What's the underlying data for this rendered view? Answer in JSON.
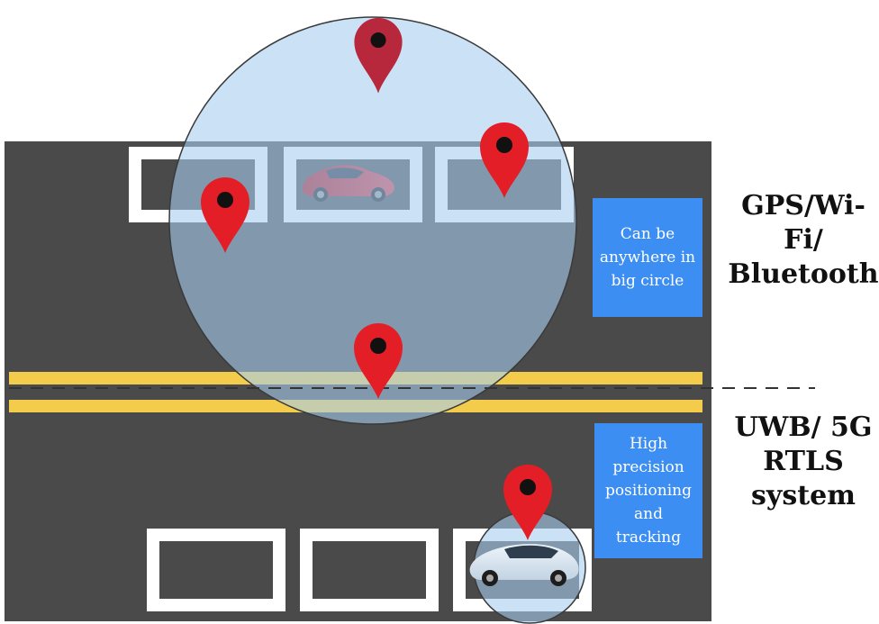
{
  "labels": {
    "gps": "GPS/Wi-Fi/ Bluetooth",
    "uwb": "UWB/ 5G RTLS system"
  },
  "callouts": {
    "big_circle": "Can be anywhere in big circle",
    "high_precision": "High precision positioning and tracking"
  },
  "colors": {
    "road": "#4a4a4a",
    "lane_line": "#f2cc4a",
    "parking_line": "#ffffff",
    "big_circle_fill": "#a9cdf0",
    "pin": "#e41e26",
    "callout": "#3d8ef2"
  },
  "icons": [
    "map-pin-icon",
    "red-car-icon",
    "white-car-icon"
  ]
}
